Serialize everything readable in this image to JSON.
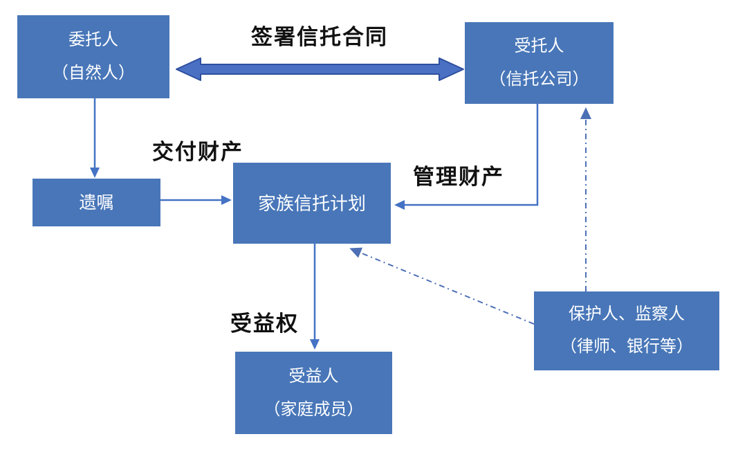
{
  "diagram": {
    "type": "flowchart",
    "topic": "family-trust-structure",
    "nodes": {
      "settlor": {
        "title": "委托人",
        "subtitle": "（自然人）"
      },
      "trustee": {
        "title": "受托人",
        "subtitle": "（信托公司）"
      },
      "will": {
        "title": "遗嘱"
      },
      "trust_plan": {
        "title": "家族信托计划"
      },
      "beneficiary": {
        "title": "受益人",
        "subtitle": "（家庭成员）"
      },
      "protector": {
        "title": "保护人、监察人",
        "subtitle": "（律师、银行等）"
      }
    },
    "edge_labels": {
      "sign_contract": "签署信托合同",
      "deliver_property": "交付财产",
      "manage_property": "管理财产",
      "beneficial_right": "受益权"
    },
    "edges": [
      {
        "from": "settlor",
        "to": "trustee",
        "label": "签署信托合同",
        "style": "thick-double-arrow"
      },
      {
        "from": "settlor",
        "to": "will",
        "label": "交付财产",
        "style": "solid-arrow"
      },
      {
        "from": "will",
        "to": "trust_plan",
        "label": "",
        "style": "solid-arrow"
      },
      {
        "from": "trustee",
        "to": "trust_plan",
        "label": "管理财产",
        "style": "solid-elbow-arrow"
      },
      {
        "from": "trust_plan",
        "to": "beneficiary",
        "label": "受益权",
        "style": "solid-arrow"
      },
      {
        "from": "protector",
        "to": "trustee",
        "label": "",
        "style": "dash-dot-arrow"
      },
      {
        "from": "protector",
        "to": "trust_plan",
        "label": "",
        "style": "dash-dot-arrow"
      }
    ],
    "colors": {
      "node_fill": "#4876B8",
      "node_text": "#FFFFFF",
      "arrow": "#4472C4",
      "thick_arrow_fill": "#4A70C4",
      "thick_arrow_border": "#2E4F9E",
      "dashed_arrow": "#4C6FB5",
      "label_text": "#111111",
      "background": "#FFFFFF"
    }
  }
}
